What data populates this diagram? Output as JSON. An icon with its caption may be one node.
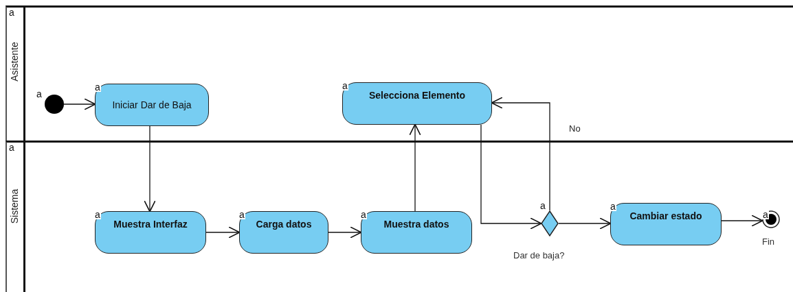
{
  "diagram": {
    "nodes": [
      {
        "text": [
          "Asistente"
        ],
        "beside": [
          "a"
        ]
      },
      {
        "text": [
          "Sistema"
        ],
        "beside": [
          "a"
        ]
      },
      {
        "text": [],
        "shape": "circle",
        "in": 0,
        "beside": [
          "a"
        ]
      },
      {
        "text": [
          "a",
          "Iniciar Dar de Baja"
        ],
        "in": 0
      },
      {
        "text": [
          "a",
          "Selecciona Elemento"
        ],
        "in": 0
      },
      {
        "text": [
          "a",
          "Muestra Interfaz"
        ],
        "in": 1
      },
      {
        "text": [
          "a",
          "Carga datos"
        ],
        "in": 1
      },
      {
        "text": [
          "a",
          "Muestra datos"
        ],
        "in": 1
      },
      {
        "text": [],
        "shape": "diamond",
        "in": 1,
        "beside": [
          "a",
          "Dar de baja?"
        ]
      },
      {
        "text": [
          "a",
          "Cambiar estado"
        ],
        "in": 1
      },
      {
        "text": [
          "a"
        ],
        "in": 1,
        "beside": [
          "Fin"
        ]
      }
    ],
    "edges": [
      {
        "from": 2,
        "to": 3,
        "arrow": "to"
      },
      {
        "from": 3,
        "to": 5,
        "arrow": "to"
      },
      {
        "from": 5,
        "to": 6,
        "arrow": "to"
      },
      {
        "from": 6,
        "to": 7,
        "arrow": "to"
      },
      {
        "from": 7,
        "to": 4,
        "arrow": "to"
      },
      {
        "from": 4,
        "to": 8,
        "arrow": "to"
      },
      {
        "from": 8,
        "to": 4,
        "arrow": "to",
        "label": "No"
      },
      {
        "from": 8,
        "to": 9,
        "arrow": "to"
      },
      {
        "from": 9,
        "to": 10,
        "arrow": "to"
      }
    ]
  }
}
